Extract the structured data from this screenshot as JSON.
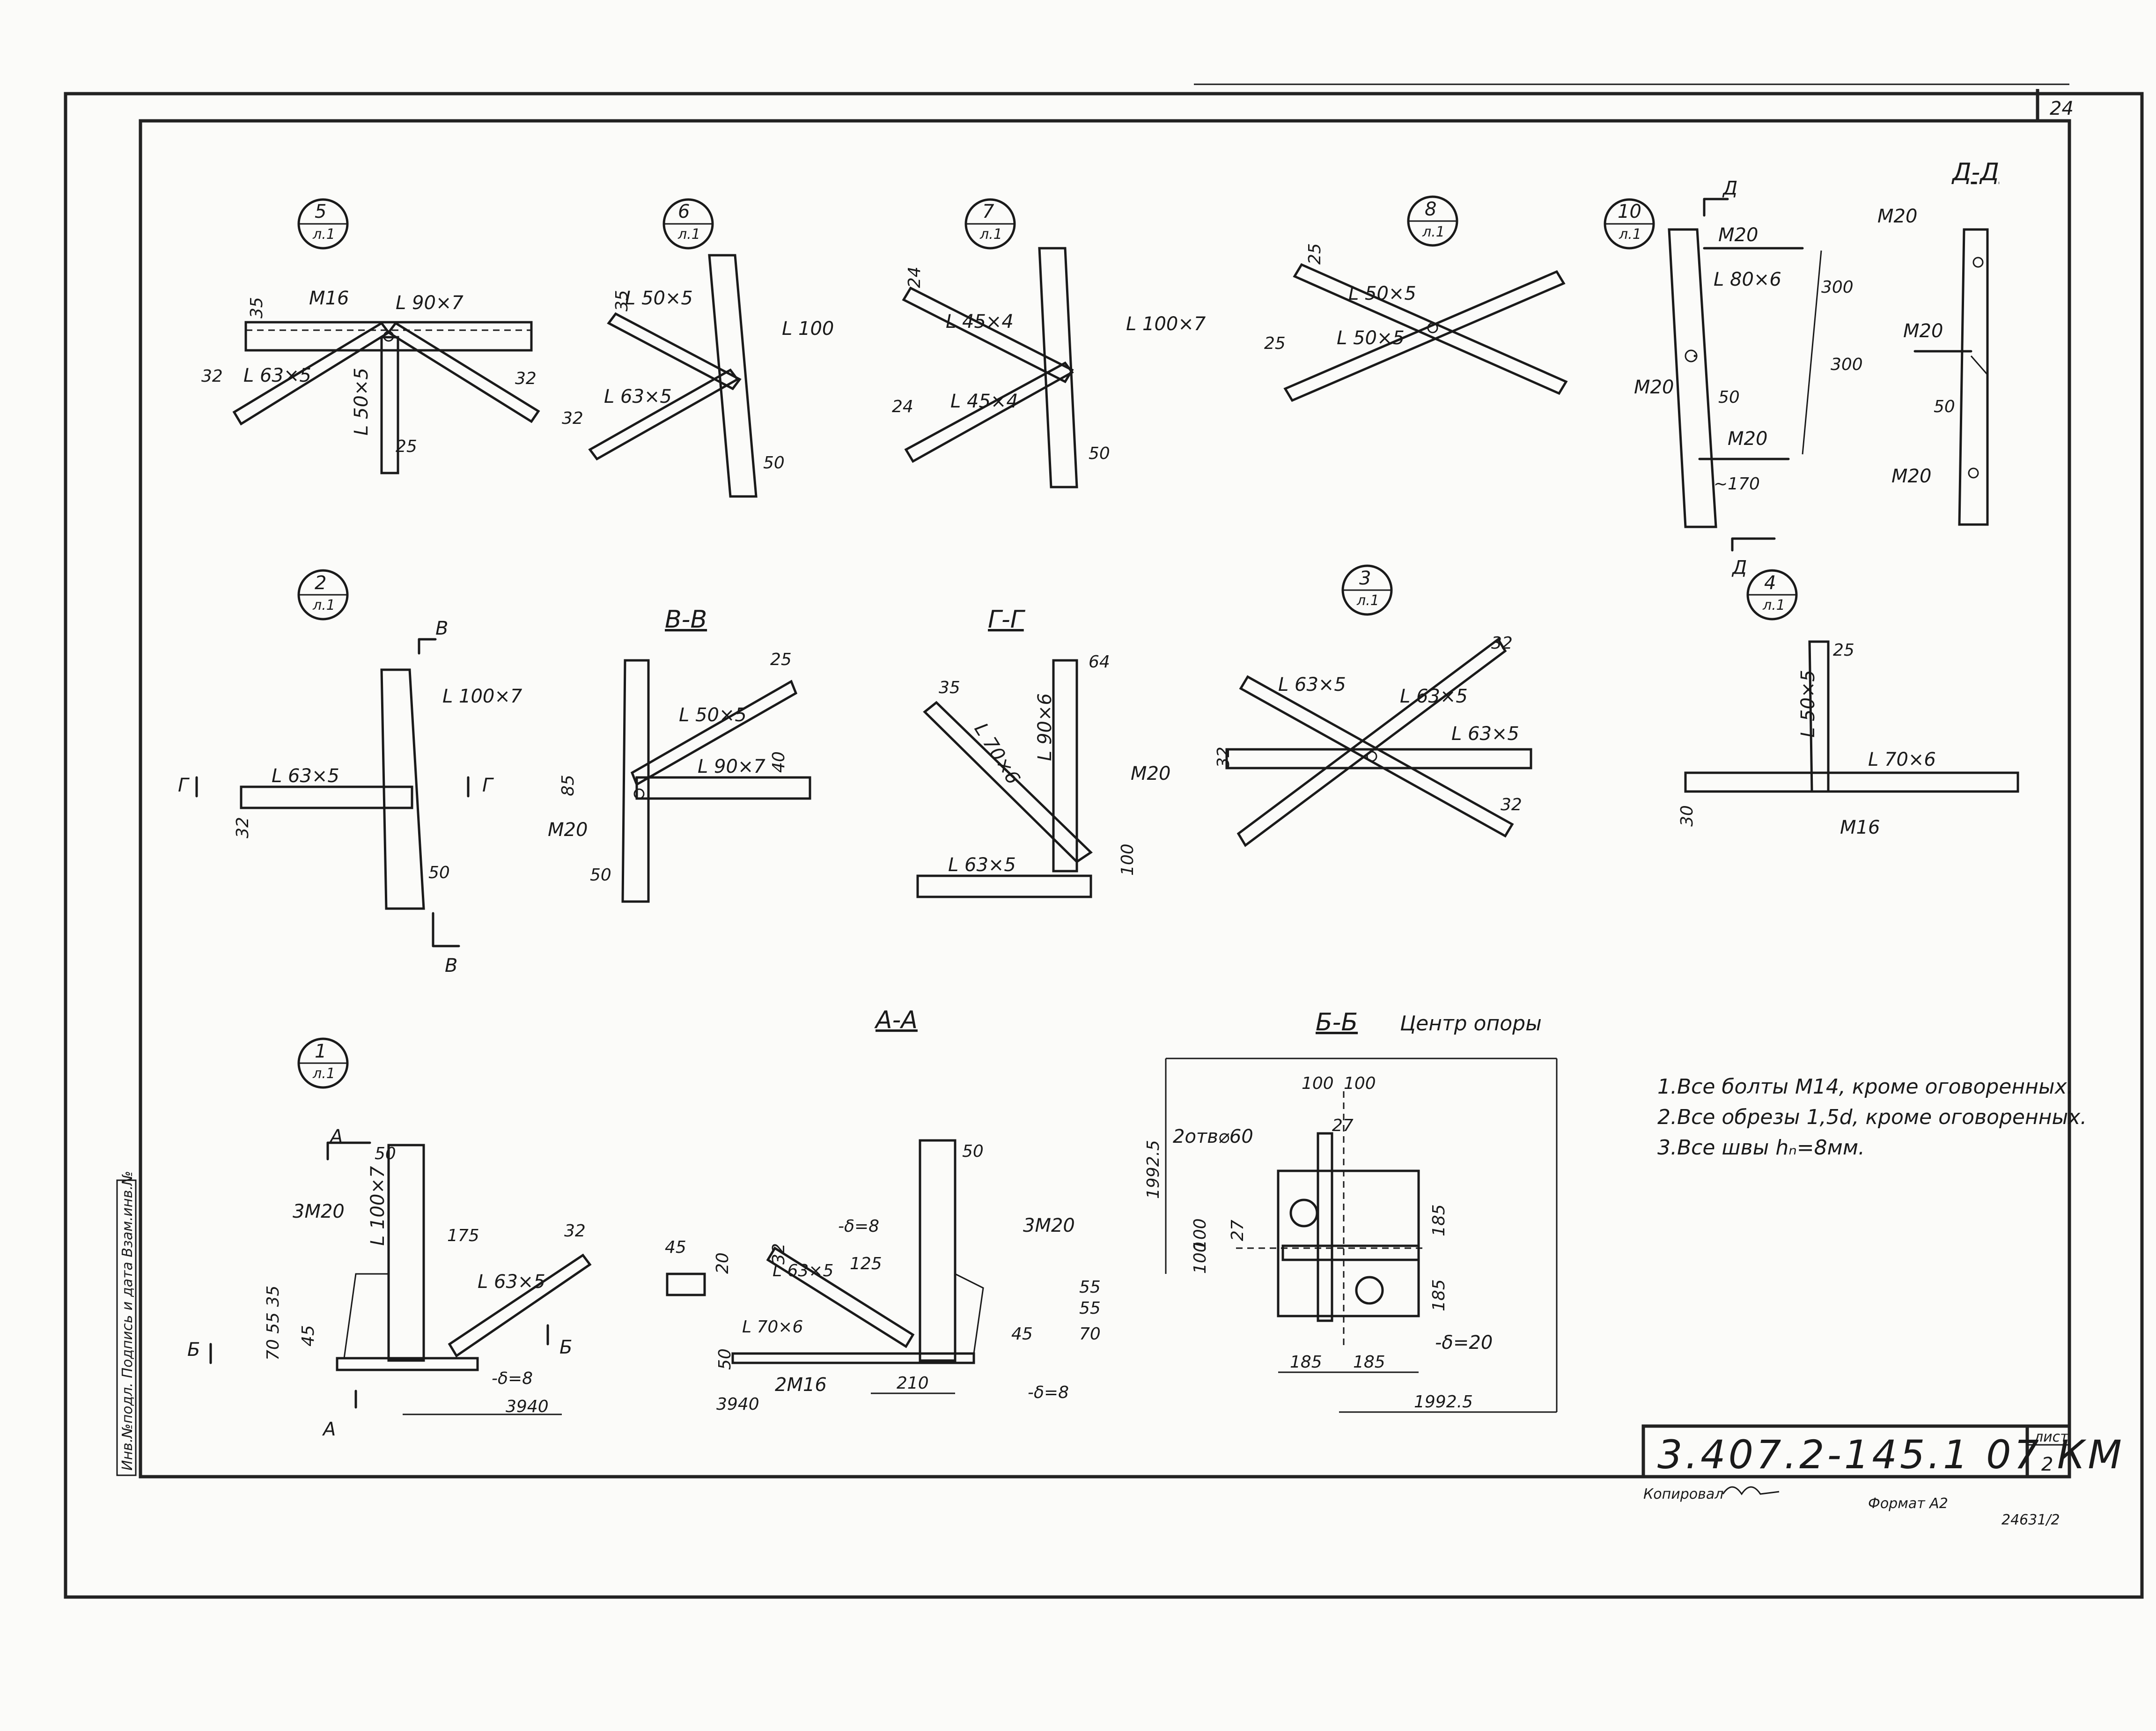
{
  "page_number": "24",
  "nodes": {
    "n5": {
      "num": "5",
      "sheet": "л.1",
      "labels": {
        "bolt": "М16",
        "top": "L 90×7",
        "left": "L 63×5",
        "vert": "L 50×5",
        "d1": "35",
        "d2": "32",
        "d3": "32",
        "d4": "25"
      }
    },
    "n6": {
      "num": "6",
      "sheet": "л.1",
      "labels": {
        "a": "L 50×5",
        "b": "L 63×5",
        "c": "L 100",
        "d1": "35",
        "d2": "32",
        "d3": "50"
      }
    },
    "n7": {
      "num": "7",
      "sheet": "л.1",
      "labels": {
        "a": "L 45×4",
        "b": "L 45×4",
        "c": "L 100×7",
        "d1": "24",
        "d2": "24",
        "d3": "50"
      }
    },
    "n8": {
      "num": "8",
      "sheet": "л.1",
      "labels": {
        "a": "L 50×5",
        "b": "L 50×5",
        "d1": "25",
        "d2": "25"
      }
    },
    "n10": {
      "num": "10",
      "sheet": "л.1",
      "labels": {
        "cut": "Д",
        "top_bolt": "М20",
        "angle": "L 80×6",
        "d300a": "300",
        "d300b": "300",
        "mid_bolt": "М20",
        "d50": "50",
        "bot_bolt": "М20",
        "d170": "~170",
        "cut2": "Д"
      }
    },
    "dd": {
      "title": "Д-Д",
      "labels": {
        "b1": "М20",
        "b2": "М20",
        "d50": "50",
        "b3": "М20"
      }
    },
    "n2": {
      "num": "2",
      "sheet": "л.1",
      "labels": {
        "cutB": "В",
        "angle": "L 100×7",
        "cutG1": "Г",
        "side": "L 63×5",
        "cutG2": "Г",
        "d32": "32",
        "d50": "50",
        "cutB2": "В"
      }
    },
    "vv": {
      "title": "В-В",
      "labels": {
        "d25": "25",
        "a": "L 50×5",
        "b": "L 90×7",
        "d40": "40",
        "d85": "85",
        "bolt": "М20",
        "d50": "50"
      }
    },
    "gg": {
      "title": "Г-Г",
      "labels": {
        "d35": "35",
        "d64": "64",
        "a": "L 70×6",
        "b": "L 90×6",
        "bolt": "М20",
        "c": "L 63×5",
        "d100": "100"
      }
    },
    "n3": {
      "num": "3",
      "sheet": "л.1",
      "labels": {
        "a": "L 63×5",
        "b": "L 63×5",
        "c": "L 63×5",
        "d32a": "32",
        "d32b": "32",
        "d32c": "32"
      }
    },
    "n4": {
      "num": "4",
      "sheet": "л.1",
      "labels": {
        "vert": "L 50×5",
        "d25": "25",
        "hor": "L 70×6",
        "d30": "30",
        "bolt": "М16"
      }
    },
    "n1": {
      "num": "1",
      "sheet": "л.1",
      "labels": {
        "cutA": "А",
        "d50": "50",
        "bolts": "3М20",
        "vert": "L 100×7",
        "d175": "175",
        "d32": "32",
        "diag": "L 63×5",
        "dims_left": "70 55 35",
        "d45": "45",
        "cutB1": "Б",
        "cutB2": "Б",
        "plate": "-δ=8",
        "cutA2": "А",
        "d3940": "3940"
      }
    },
    "aa": {
      "title": "А-А",
      "labels": {
        "d50": "50",
        "plate_top": "-δ=8",
        "bolts": "3М20",
        "d45": "45",
        "d20": "20",
        "d32": "32",
        "diag": "L 63×5",
        "d125": "125",
        "d55a": "55",
        "d55b": "55",
        "d70": "70",
        "hor": "L 70×6",
        "d45b": "45",
        "d50b": "50",
        "d3940": "3940",
        "bolts2": "2М16",
        "d210": "210",
        "plate_bot": "-δ=8"
      }
    },
    "bb": {
      "title": "Б-Б",
      "center": "Центр опоры",
      "labels": {
        "d100a": "100",
        "d100b": "100",
        "holes": "2отв⌀60",
        "d27a": "27",
        "d1992v": "1992.5",
        "d100c": "100",
        "d100d": "100",
        "d27b": "27",
        "d185v1": "185",
        "d185v2": "185",
        "plate": "-δ=20",
        "d185h1": "185",
        "d185h2": "185",
        "d1992h": "1992.5"
      }
    }
  },
  "notes": [
    "1.Все болты М14, кроме оговоренных.",
    "2.Все обрезы 1,5d, кроме оговоренных.",
    "3.Все швы hₙ=8мм."
  ],
  "title_block": {
    "code": "3.407.2-145.1 07 КМ",
    "sheet_label": "лист",
    "sheet_num": "2",
    "copied": "Копировал",
    "format": "Формат А2",
    "inv": "24631/2"
  },
  "side_stamp": "Инв.№подл. Подпись и дата Взам.инв.№"
}
